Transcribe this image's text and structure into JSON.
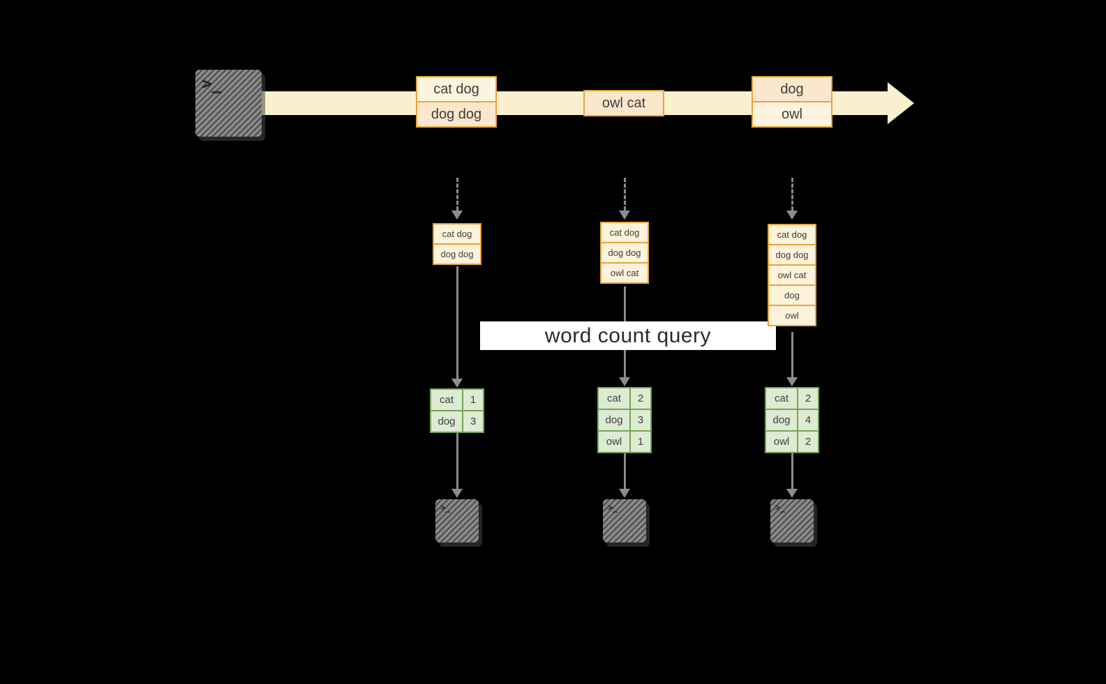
{
  "colors": {
    "background": "#000000",
    "stream_arrow": "#faf0cd",
    "record_stroke": "#e9a33c",
    "record_fill_light": "#fdf4e0",
    "record_fill_peach": "#fbe7cd",
    "result_stroke": "#76a356",
    "result_fill": "#dcebd2",
    "connector": "#8c8c8c",
    "banner_bg": "#ffffff",
    "banner_text": "#2b2b2b",
    "terminal_fill": "#8a8a8a"
  },
  "icons": {
    "terminal_glyph": ">_"
  },
  "stream": {
    "batches": [
      {
        "items": [
          "cat dog",
          "dog dog"
        ]
      },
      {
        "items": [
          "owl cat"
        ]
      },
      {
        "items": [
          "dog",
          "owl"
        ]
      }
    ]
  },
  "query": {
    "label": "word count query"
  },
  "columns": [
    {
      "input_rows": [
        "cat dog",
        "dog dog"
      ],
      "result_rows": [
        {
          "word": "cat",
          "count": "1"
        },
        {
          "word": "dog",
          "count": "3"
        }
      ]
    },
    {
      "input_rows": [
        "cat dog",
        "dog dog",
        "owl cat"
      ],
      "result_rows": [
        {
          "word": "cat",
          "count": "2"
        },
        {
          "word": "dog",
          "count": "3"
        },
        {
          "word": "owl",
          "count": "1"
        }
      ]
    },
    {
      "input_rows": [
        "cat dog",
        "dog dog",
        "owl cat",
        "dog",
        "owl"
      ],
      "result_rows": [
        {
          "word": "cat",
          "count": "2"
        },
        {
          "word": "dog",
          "count": "4"
        },
        {
          "word": "owl",
          "count": "2"
        }
      ]
    }
  ]
}
